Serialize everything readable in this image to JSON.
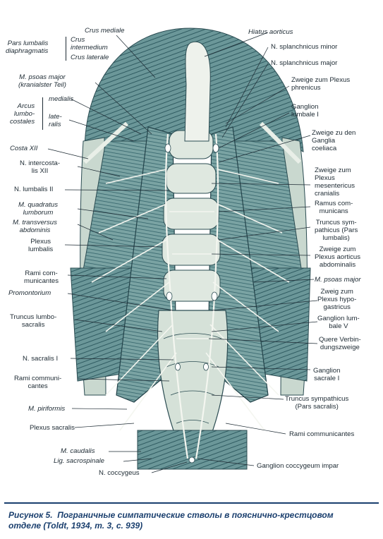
{
  "labels": {
    "crus_mediale": "Crus mediale",
    "hiatus_aorticus": "Hiatus aorticus",
    "pars_lumbalis": "Pars lumbalis\ndiaphragmatis",
    "crus_intermedium": "Crus\nintermedium",
    "crus_laterale": "Crus laterale",
    "n_splanchnicus_minor": "N. splanchnicus minor",
    "n_splanchnicus_major": "N. splanchnicus major",
    "m_psoas_major_kran": "M. psoas major\n(kranialster Teil)",
    "zweige_plexus_phrenicus": "Zweige zum Plexus\nphrenicus",
    "arcus_lumbocostales": "Arcus\nlumbo-\ncostales",
    "medialis": "medialis",
    "lateralis": "late-\nralis",
    "ganglion_lumbale_i": "Ganglion\nlumbale I",
    "costa_xii": "Costa XII",
    "zweige_ganglia_coeliaca": "Zweige zu den\nGanglia\ncoeliaca",
    "n_intercostalis_xii": "N. intercosta-\nlis XII",
    "zweige_plexus_mesentericus": "Zweige zum\nPlexus\nmesentericus\ncranialis",
    "n_lumbalis_ii": "N. lumbalis II",
    "m_quadratus_lumborum": "M. quadratus\nlumborum",
    "ramus_communicans": "Ramus com-\nmunicans",
    "m_transversus_abdominis": "M. transversus\nabdominis",
    "truncus_sympathicus_lumbalis": "Truncus sym-\npathicus (Pars\nlumbalis)",
    "plexus_lumbalis": "Plexus\nlumbalis",
    "zweige_plexus_aorticus": "Zweige zum\nPlexus aorticus\nabdominalis",
    "rami_communicantes_1": "Rami com-\nmunicantes",
    "m_psoas_major": "M. psoas major",
    "promontorium": "Promontorium",
    "zweig_plexus_hypogastricus": "Zweig zum\nPlexus hypo-\ngastricus",
    "truncus_lumbosacralis": "Truncus lumbo-\nsacralis",
    "ganglion_lumbale_v": "Ganglion lum-\nbale V",
    "quere_verbindungszweige": "Quere Verbin-\ndungszweige",
    "n_sacralis_i": "N. sacralis I",
    "ganglion_sacrale_i": "Ganglion\nsacrale I",
    "rami_communicantes_2": "Rami communi-\ncantes",
    "truncus_sympathicus_sacralis": "Truncus sympathicus\n(Pars sacralis)",
    "m_piriformis": "M. piriformis",
    "plexus_sacralis": "Plexus sacralis",
    "rami_communicantes_3": "Rami communicantes",
    "m_caudalis": "M. caudalis",
    "lig_sacrospinale": "Lig. sacrospinale",
    "ganglion_coccygeum_impar": "Ganglion coccygeum impar",
    "n_coccygeus": "N. coccygeus"
  },
  "caption": "Рисунок 5.  Пограничные симпатические стволы в пояснично-крестцовом\nотделе (Toldt, 1934, т. 3, с. 939)",
  "colors": {
    "muscle": "#5b8a8e",
    "muscle_dark": "#2f5b61",
    "bone": "#dfe8e0",
    "nerve": "#f2f4ef",
    "caption": "#1a3f6e"
  }
}
